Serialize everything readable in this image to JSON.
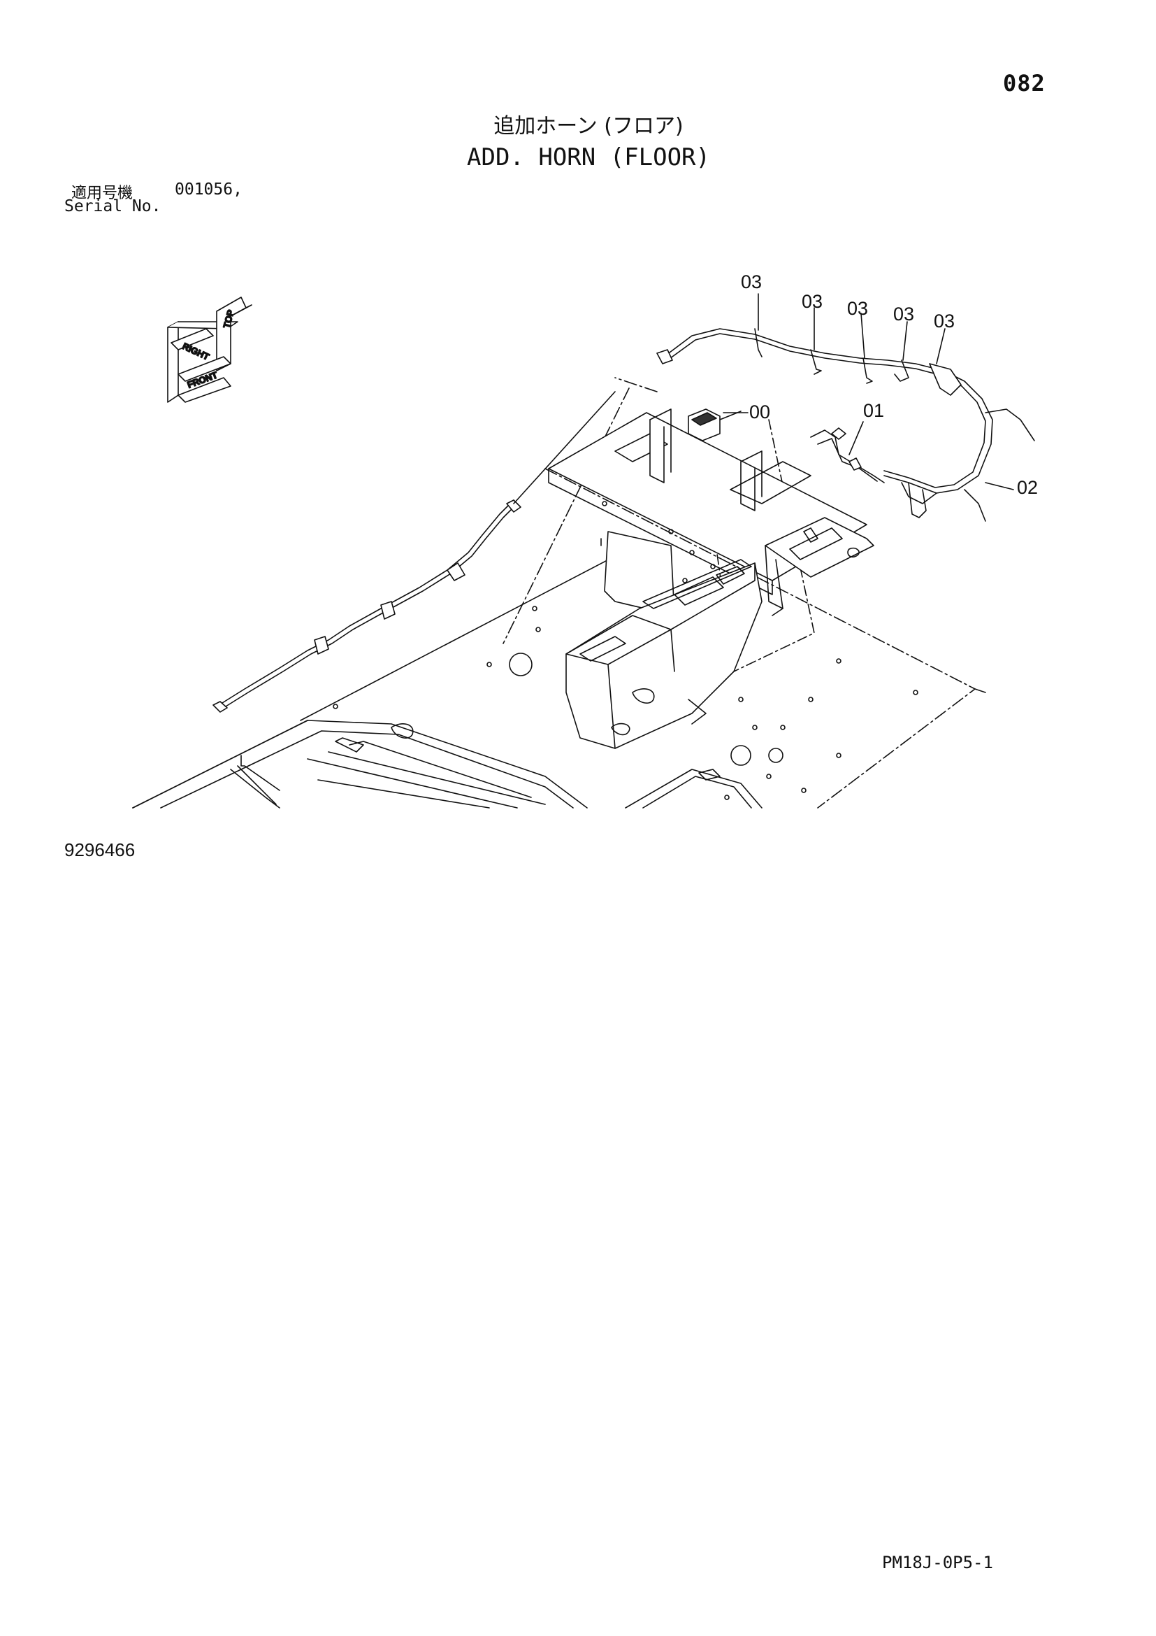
{
  "page_number": "082",
  "title": {
    "japanese": "追加ホーン (フロア)",
    "english": "ADD. HORN (FLOOR)"
  },
  "serial": {
    "label_jp": "適用号機",
    "value": "001056,",
    "label_en": "Serial No."
  },
  "orientation_indicator": {
    "top": "TOP",
    "right": "RIGHT",
    "front": "FRONT"
  },
  "callouts": [
    {
      "id": "00",
      "text": "00"
    },
    {
      "id": "01",
      "text": "01"
    },
    {
      "id": "02",
      "text": "02"
    },
    {
      "id": "03a",
      "text": "03"
    },
    {
      "id": "03b",
      "text": "03"
    },
    {
      "id": "03c",
      "text": "03"
    },
    {
      "id": "03d",
      "text": "03"
    },
    {
      "id": "03e",
      "text": "03"
    }
  ],
  "drawing_number": "9296466",
  "document_code": "PM18J-0P5-1"
}
